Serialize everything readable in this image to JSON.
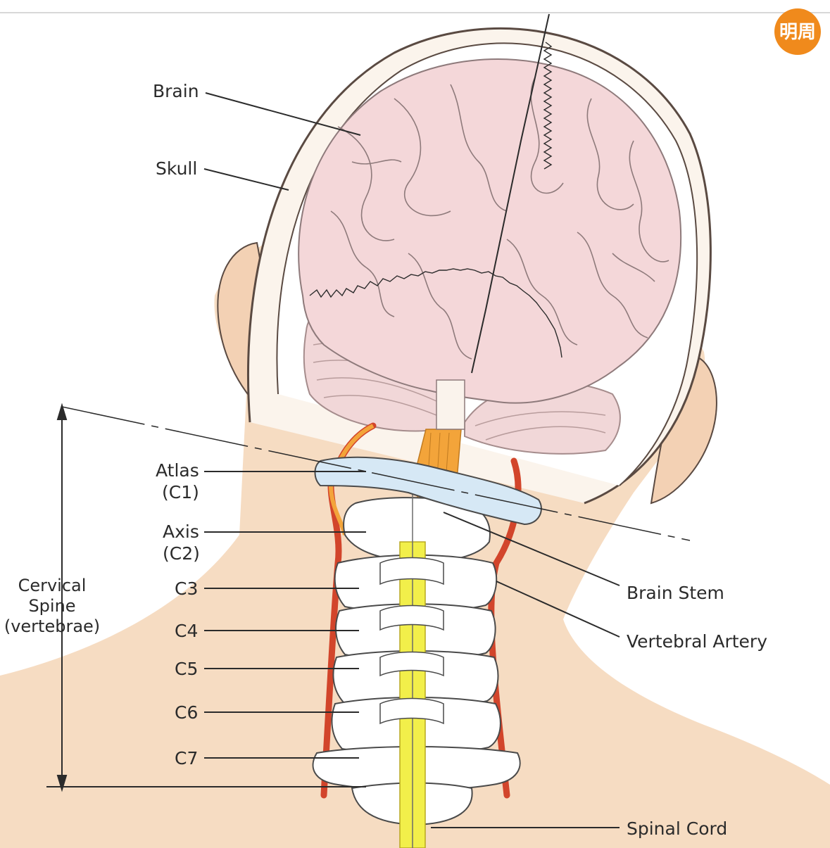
{
  "labels": {
    "brain": "Brain",
    "skull": "Skull",
    "atlas": "Atlas",
    "atlas_code": "(C1)",
    "axis": "Axis",
    "axis_code": "(C2)",
    "c3": "C3",
    "c4": "C4",
    "c5": "C5",
    "c6": "C6",
    "c7": "C7",
    "cervical_line1": "Cervical",
    "cervical_line2": "Spine",
    "cervical_line3": "(vertebrae)",
    "brain_stem": "Brain Stem",
    "vertebral_artery": "Vertebral Artery",
    "spinal_cord": "Spinal Cord"
  },
  "logo": {
    "text": "明周",
    "color": "#f08a1c"
  },
  "colors": {
    "skin": "#f6dcc2",
    "brain": "#f4d7d9",
    "bone": "#ffffff",
    "atlas": "#d6e8f5",
    "cord": "#f2ef4a",
    "artery": "#d2452b",
    "stem": "#f3a43a"
  }
}
